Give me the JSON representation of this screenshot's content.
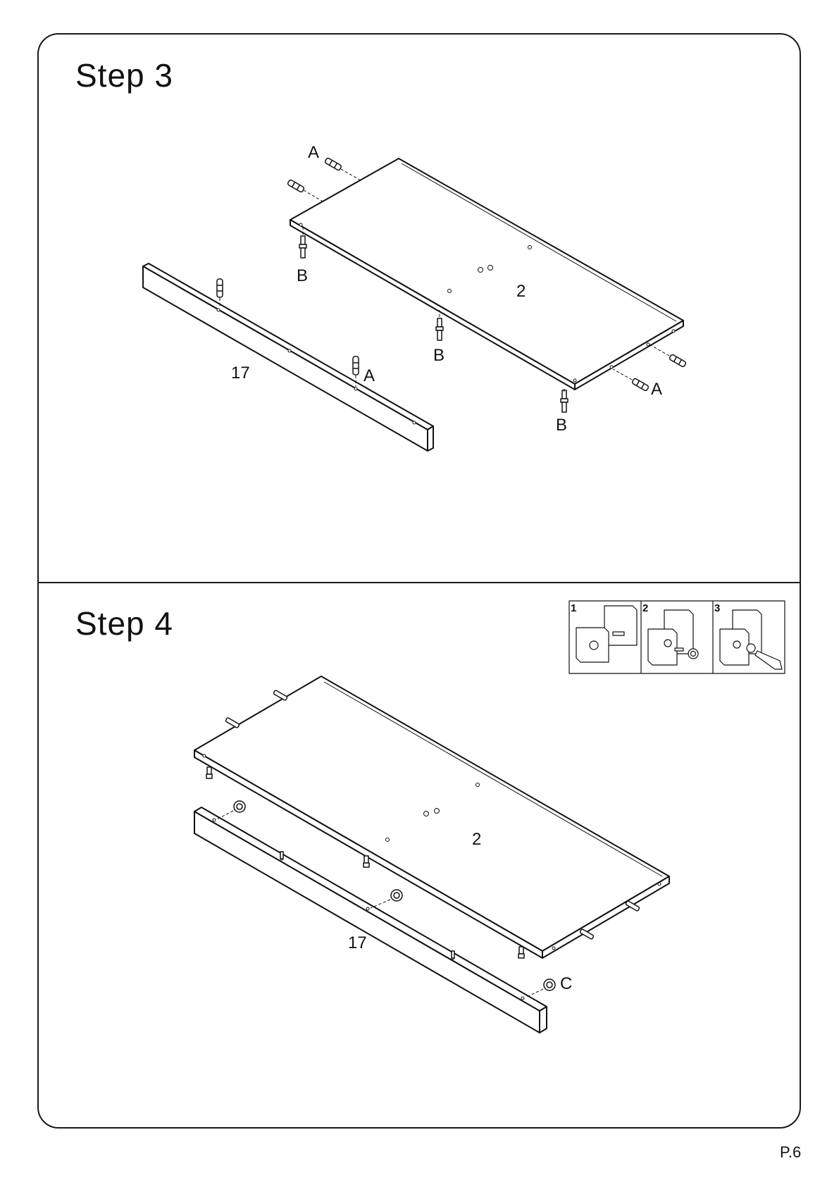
{
  "steps": [
    {
      "title": "Step  3",
      "labels": {
        "dowel_a": "A",
        "cam_bolt_b": "B",
        "panel": "2",
        "rail": "17"
      }
    },
    {
      "title": "Step  4",
      "labels": {
        "cam_lock_c": "C",
        "panel": "2",
        "rail": "17"
      },
      "inset": {
        "panels": [
          "1",
          "2",
          "3"
        ]
      }
    }
  ],
  "page": {
    "number": "P.6"
  }
}
